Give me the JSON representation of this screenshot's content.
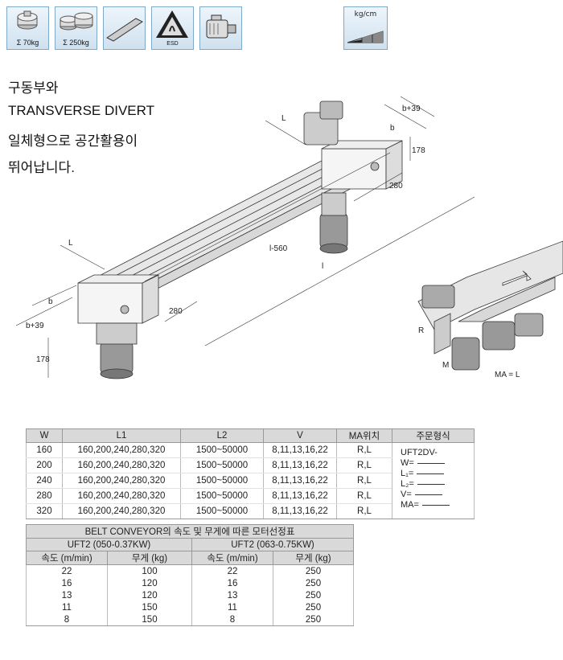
{
  "icons": [
    {
      "name": "single-weight",
      "caption": "Σ 70kg"
    },
    {
      "name": "double-weight",
      "caption": "Σ 250kg"
    },
    {
      "name": "flat-belt",
      "caption": ""
    },
    {
      "name": "esd",
      "caption": "ESD"
    },
    {
      "name": "motor",
      "caption": ""
    }
  ],
  "kg_box": {
    "caption": "kg/cm"
  },
  "intro": [
    "구동부와",
    "TRANSVERSE DIVERT",
    "일체형으로 공간활용이",
    "뛰어납니다."
  ],
  "drawing_labels": {
    "L": "L",
    "b": "b",
    "b39": "b+39",
    "h178": "178",
    "d280": "280",
    "l560": "l-560",
    "l": "l",
    "R": "R",
    "M": "M",
    "ma": "MA = L"
  },
  "spec_table": {
    "headers": [
      "W",
      "L1",
      "L2",
      "V",
      "MA위치",
      "주문형식"
    ],
    "rows": [
      [
        "160",
        "160,200,240,280,320",
        "1500~50000",
        "8,11,13,16,22",
        "R,L"
      ],
      [
        "200",
        "160,200,240,280,320",
        "1500~50000",
        "8,11,13,16,22",
        "R,L"
      ],
      [
        "240",
        "160,200,240,280,320",
        "1500~50000",
        "8,11,13,16,22",
        "R,L"
      ],
      [
        "280",
        "160,200,240,280,320",
        "1500~50000",
        "8,11,13,16,22",
        "R,L"
      ],
      [
        "320",
        "160,200,240,280,320",
        "1500~50000",
        "8,11,13,16,22",
        "R,L"
      ]
    ],
    "order": {
      "model": "UFT2DV-",
      "w": "W=",
      "l1": "L₁=",
      "l2": "L₂=",
      "v": "V=",
      "ma": "MA="
    }
  },
  "motor_table": {
    "title": "BELT CONVEYOR의 속도 및 무게에 따른 모터선정표",
    "groups": [
      "UFT2 (050-0.37KW)",
      "UFT2 (063-0.75KW)"
    ],
    "headers": [
      "속도 (m/min)",
      "무게 (kg)",
      "속도 (m/min)",
      "무게 (kg)"
    ],
    "rows": [
      [
        "22",
        "100",
        "22",
        "250"
      ],
      [
        "16",
        "120",
        "16",
        "250"
      ],
      [
        "13",
        "120",
        "13",
        "250"
      ],
      [
        "11",
        "150",
        "11",
        "250"
      ],
      [
        "8",
        "150",
        "8",
        "250"
      ]
    ]
  }
}
